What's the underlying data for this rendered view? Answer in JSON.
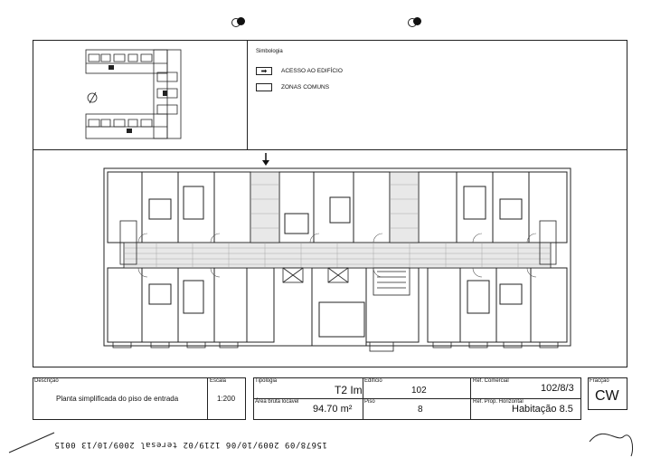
{
  "legend": {
    "title": "Simbologia",
    "items": [
      {
        "label": "ACESSO AO EDIFÍCIO",
        "symbol": "arrow-right"
      },
      {
        "label": "ZONAS COMUNS",
        "symbol": "blank-box"
      }
    ]
  },
  "descricao": {
    "label": "Descrição",
    "value": "Planta simplificada do piso de entrada"
  },
  "escala": {
    "label": "Escala",
    "value": "1:200"
  },
  "tipologia": {
    "label": "Tipologia",
    "value": "T2 Im"
  },
  "area": {
    "label": "Área bruta locável",
    "value": "94.70 m²"
  },
  "edificio": {
    "label": "Edifício",
    "value": "102"
  },
  "piso": {
    "label": "Piso",
    "value": "8"
  },
  "ref_comercial": {
    "label": "Ref. Comercial",
    "value": "102/8/3"
  },
  "ref_prop": {
    "label": "Ref. Prop. Horizontal",
    "value": "Habitação 8.5"
  },
  "fraccao": {
    "label": "Fracção",
    "value": "CW"
  },
  "stamps": {
    "left": "15678/09 2009/10/06 1219/02 teresal 2009/10/13 0015"
  }
}
